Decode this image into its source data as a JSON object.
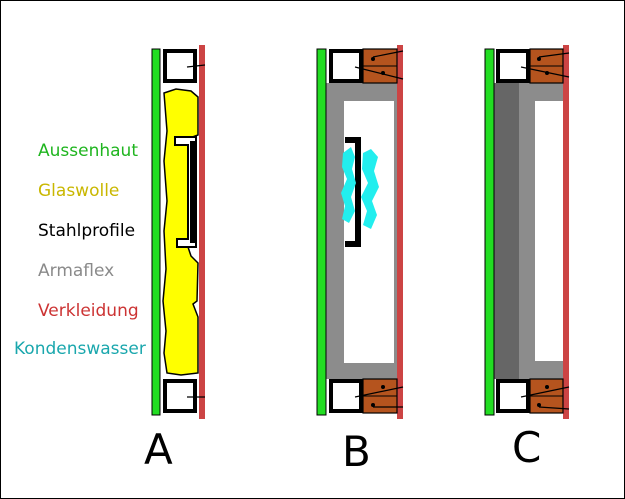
{
  "legend": [
    {
      "label": "Aussenhaut",
      "color": "#1fb51f"
    },
    {
      "label": "Glaswolle",
      "color": "#c9b700"
    },
    {
      "label": "Stahlprofile",
      "color": "#000000"
    },
    {
      "label": "Armaflex",
      "color": "#8a8a8a"
    },
    {
      "label": "Verkleidung",
      "color": "#cc3333"
    },
    {
      "label": "Kondenswasser",
      "color": "#1aa7ad"
    }
  ],
  "panels": [
    {
      "label": "A"
    },
    {
      "label": "B"
    },
    {
      "label": "C"
    }
  ],
  "colors": {
    "outer_skin": "#22dd22",
    "glass_wool": "#ffff00",
    "steel": "#000000",
    "armaflex": "#8c8c8c",
    "armaflex_dark": "#666666",
    "cladding": "#cc4444",
    "condensate": "#22eeee",
    "wood_block": "#b5541e"
  }
}
